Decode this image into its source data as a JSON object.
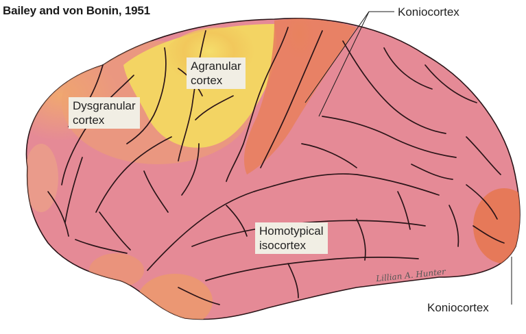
{
  "title": "Bailey and von Bonin, 1951",
  "regions": {
    "agranular": [
      "Agranular",
      "cortex"
    ],
    "dysgranular": [
      "Dysgranular",
      "cortex"
    ],
    "homotypical": [
      "Homotypical",
      "isocortex"
    ]
  },
  "callouts": {
    "koniocortex_top": "Koniocortex",
    "koniocortex_bottom": "Koniocortex"
  },
  "signature": "Lillian A. Hunter",
  "colors": {
    "homotypical_pink": "#e58a96",
    "dysgranular_orange": "#ec9a70",
    "agranular_yellow": "#f3d463",
    "koniocortex_red": "#e07050",
    "sulcus_line": "#2a1418"
  }
}
